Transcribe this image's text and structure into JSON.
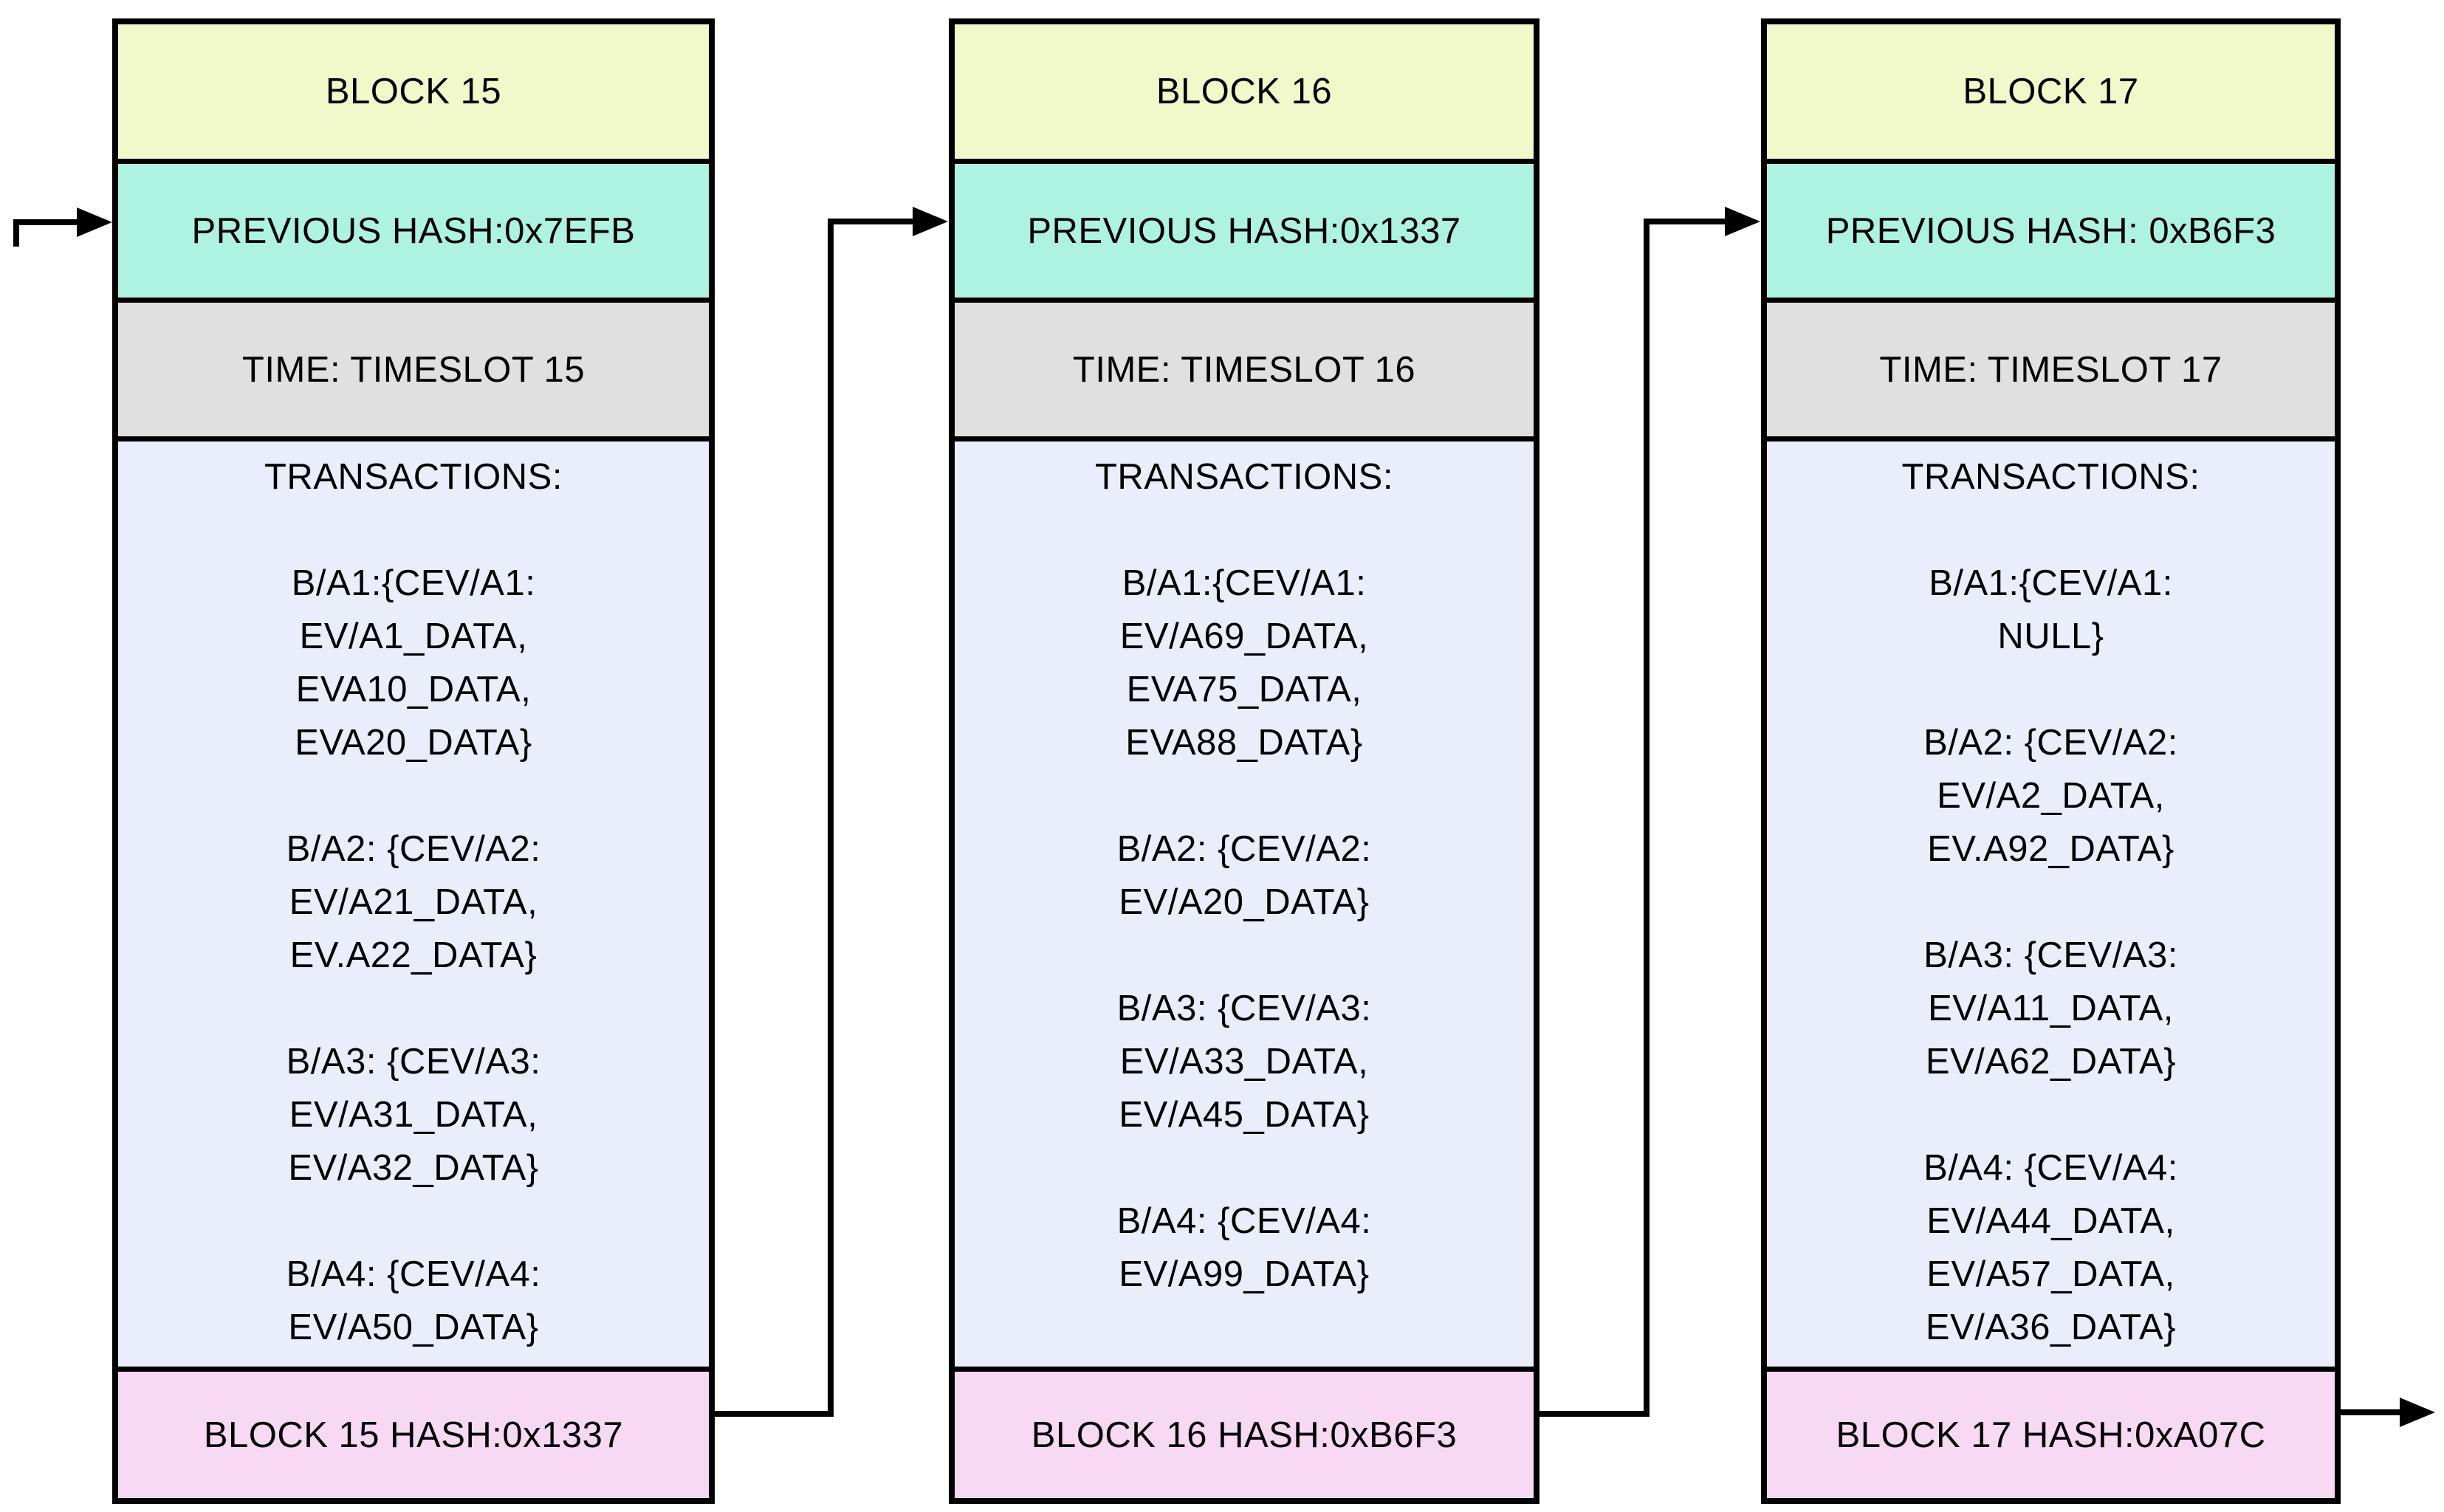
{
  "diagram": {
    "type": "blockchain-chain-diagram",
    "colors": {
      "title_bg": "#f1f8c9",
      "prev_hash_bg": "#aef3e1",
      "time_bg": "#e0e0e0",
      "transactions_bg": "#eaeefb",
      "hash_bg": "#f7d9f4",
      "line_color": "#000000"
    },
    "blocks": [
      {
        "title": "BLOCK 15",
        "previous_hash_label": "PREVIOUS HASH:0x7EFB",
        "time_label": "TIME: TIMESLOT 15",
        "transactions_header": "TRANSACTIONS:",
        "transactions_text": "B/A1:{CEV/A1:\nEV/A1_DATA,\nEVA10_DATA,\nEVA20_DATA}\n\nB/A2: {CEV/A2:\nEV/A21_DATA,\nEV.A22_DATA}\n\nB/A3: {CEV/A3:\nEV/A31_DATA,\nEV/A32_DATA}\n\nB/A4: {CEV/A4:\nEV/A50_DATA}",
        "hash_label": "BLOCK 15 HASH:0x1337"
      },
      {
        "title": "BLOCK 16",
        "previous_hash_label": "PREVIOUS HASH:0x1337",
        "time_label": "TIME: TIMESLOT 16",
        "transactions_header": "TRANSACTIONS:",
        "transactions_text": "B/A1:{CEV/A1:\nEV/A69_DATA,\nEVA75_DATA,\nEVA88_DATA}\n\nB/A2: {CEV/A2:\nEV/A20_DATA}\n\nB/A3: {CEV/A3:\nEV/A33_DATA,\nEV/A45_DATA}\n\nB/A4: {CEV/A4:\nEV/A99_DATA}",
        "hash_label": "BLOCK 16 HASH:0xB6F3"
      },
      {
        "title": "BLOCK 17",
        "previous_hash_label": "PREVIOUS HASH: 0xB6F3",
        "time_label": "TIME: TIMESLOT 17",
        "transactions_header": "TRANSACTIONS:",
        "transactions_text": "B/A1:{CEV/A1:\nNULL}\n\nB/A2: {CEV/A2:\nEV/A2_DATA,\nEV.A92_DATA}\n\nB/A3: {CEV/A3:\nEV/A11_DATA,\nEV/A62_DATA}\n\nB/A4: {CEV/A4:\nEV/A44_DATA,\nEV/A57_DATA,\nEV/A36_DATA}",
        "hash_label": "BLOCK 17 HASH:0xA07C"
      }
    ],
    "links": [
      {
        "from": "previous chain (off-screen)",
        "to": "BLOCK 15 PREVIOUS HASH"
      },
      {
        "from": "BLOCK 15 HASH",
        "to": "BLOCK 16 PREVIOUS HASH"
      },
      {
        "from": "BLOCK 16 HASH",
        "to": "BLOCK 17 PREVIOUS HASH"
      },
      {
        "from": "BLOCK 17 HASH",
        "to": "next chain (off-screen)"
      }
    ]
  }
}
